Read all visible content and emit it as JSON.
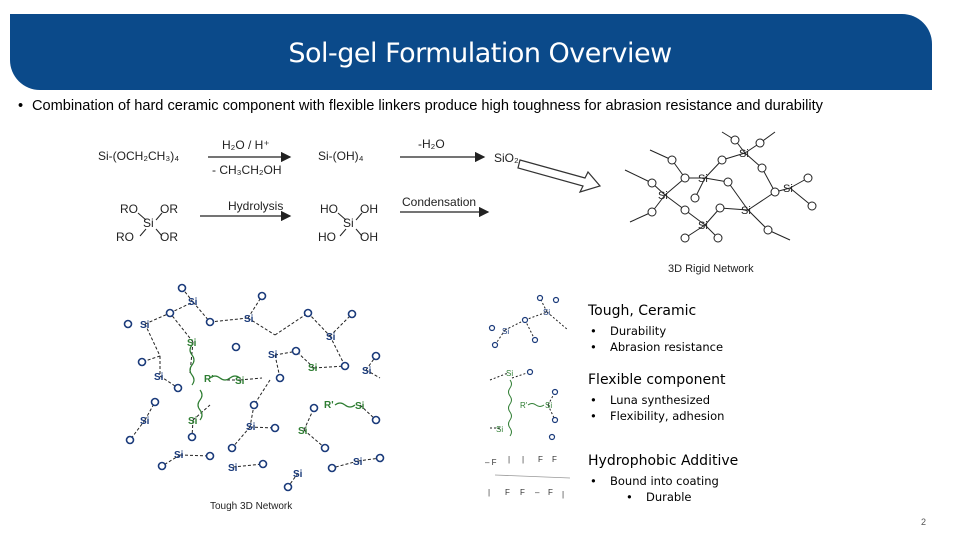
{
  "title": "Sol-gel Formulation Overview",
  "bullet": "Combination of hard ceramic component with flexible linkers produce high toughness for abrasion resistance and durability",
  "reaction": {
    "reactant": "Si-(OCH₂CH₃)₄",
    "arrow1_top": "H₂O / H⁺",
    "arrow1_bottom": "- CH₃CH₂OH",
    "intermediate": "Si-(OH)₄",
    "arrow2_top": "-H₂O",
    "product": "SiO₂",
    "hydrolysis": "Hydrolysis",
    "condensation": "Condensation",
    "network_label": "3D Rigid Network"
  },
  "tough_network_label": "Tough 3D Network",
  "panels": [
    {
      "heading": "Tough, Ceramic",
      "items": [
        "Durability",
        "Abrasion resistance"
      ]
    },
    {
      "heading": "Flexible component",
      "items": [
        "Luna synthesized",
        "Flexibility, adhesion"
      ]
    },
    {
      "heading": "Hydrophobic Additive",
      "items": [
        "Bound into coating"
      ],
      "subitems": [
        "Durable"
      ]
    }
  ],
  "page_number": "2",
  "colors": {
    "banner": "#0b4a8a",
    "si_green": "#2e8b3e",
    "o_blue": "#1a3a7a",
    "r_prime": "#2e7d32"
  }
}
